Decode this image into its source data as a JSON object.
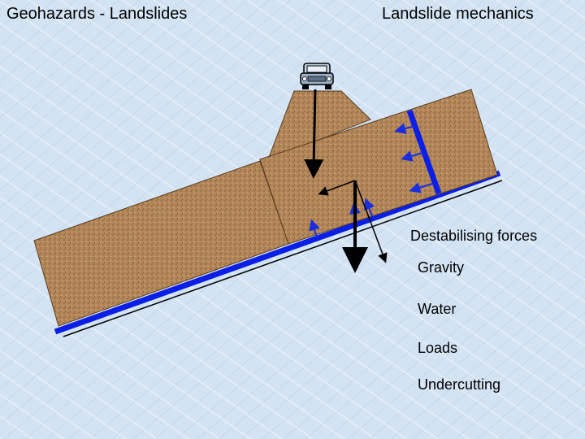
{
  "header": {
    "left_title": "Geohazards - Landslides",
    "right_title": "Landslide mechanics"
  },
  "legend": {
    "heading": "Destabilising forces",
    "items": [
      "Gravity",
      "Water",
      "Loads",
      "Undercutting"
    ]
  },
  "icons": {
    "vehicle": "car-icon"
  },
  "colors": {
    "background": "#d3e3f3",
    "soil": "#b3875a",
    "water_line": "#0a1ee6",
    "arrow": "#000000",
    "water_arrow": "#1a2ee0"
  }
}
